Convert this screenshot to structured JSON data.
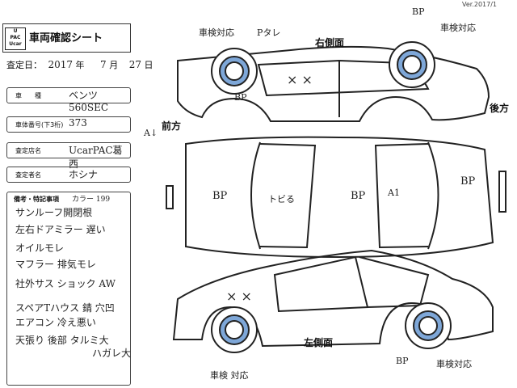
{
  "version": "Ver.2017/1",
  "logo": {
    "line1": "U",
    "line2": "PAC",
    "line3": "Ucar"
  },
  "sheet_title": "車両確認シート",
  "date": {
    "label": "査定日：",
    "year": "2017",
    "year_unit": "年",
    "month": "7",
    "month_unit": "月",
    "day": "27",
    "day_unit": "日"
  },
  "fields": [
    {
      "label": "車　　種",
      "value": "ベンツ560SEC"
    },
    {
      "label": "車体番号(下3桁)",
      "value": "373"
    },
    {
      "label": "査定店名",
      "value": "UcarPAC葛西"
    },
    {
      "label": "査定者名",
      "value": "ホシナ"
    }
  ],
  "remarks": {
    "label": "備考・特記事項",
    "color_note": "カラー 199",
    "lines": [
      "サンルーフ開閉根",
      "左右ドアミラー 遅い",
      "オイルモレ",
      "マフラー 排気モレ",
      "社外サス ショック AW",
      "スペアTハウス 錆 穴凹",
      "エアコン 冷え悪い",
      "天張り 後部 タルミ大",
      "ハガレ大"
    ]
  },
  "diagram": {
    "right_side_label": "右側面",
    "left_side_label": "左側面",
    "front_label": "前方",
    "rear_label": "後方",
    "annotations": {
      "top_left_wheel": "車検対応",
      "top_p_tare": "Pタレ",
      "top_bp_right": "BP",
      "top_right_wheel": "車検対応",
      "top_bp_small": "BP",
      "top_xx": "× ×",
      "front_a": "A↓",
      "plan_bp_left": "BP",
      "plan_bp_center": "BP",
      "plan_bp_right": "BP",
      "plan_torero": "トビる",
      "plan_a1": "A1",
      "bottom_xx": "× ×",
      "bottom_bp": "BP",
      "bottom_left_wheel": "車検 対応",
      "bottom_right_wheel": "車検対応"
    }
  }
}
